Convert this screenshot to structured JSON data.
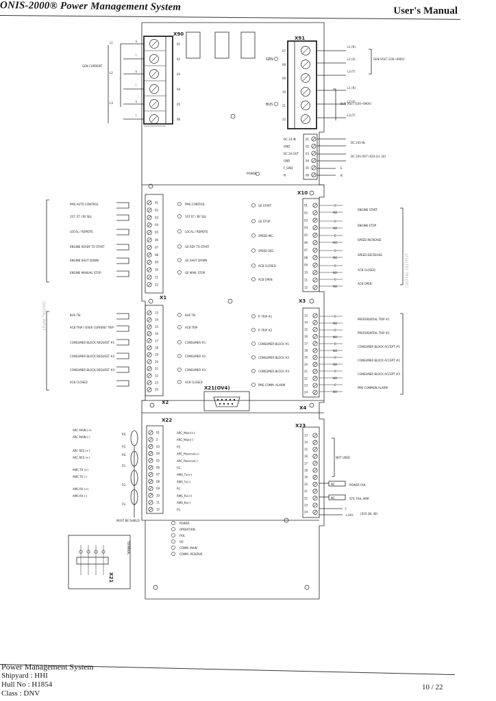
{
  "header": {
    "title": "ONIS-2000® Power Management System",
    "right": "User's Manual"
  },
  "footer": {
    "line1": "Power Management System",
    "line2": "Shipyard : HHI",
    "line3": "Hull No : H1854",
    "line4": "Class   : DNV",
    "page": "10 / 22"
  },
  "connectors": {
    "x90": "X90",
    "x91": "X91",
    "x10": "X10",
    "x1": "X1",
    "x3": "X3",
    "x2": "X2",
    "x4": "X4",
    "x21ov4": "X21(OV4)",
    "x22": "X22",
    "x23": "X23",
    "x21": "X21"
  },
  "x90": {
    "pins": [
      "01",
      "02",
      "03",
      "04",
      "05",
      "06"
    ],
    "gen_current_label": "GEN CURRENT",
    "lines": [
      "L1",
      "L2",
      "L3"
    ],
    "l_marks": [
      "k",
      "l"
    ]
  },
  "x91": {
    "pins": [
      "07",
      "08",
      "09",
      "10",
      "11",
      "12"
    ],
    "gen_label": "GEN",
    "bus_label": "BUS",
    "gen_volt_phases": [
      "L1 (R)",
      "L2 (S)",
      "L3 (T)"
    ],
    "gen_volt_label": "GEN VOLT (100~690V)",
    "bus_volt_phases": [
      "L1 (R)",
      "L2 (S)",
      "L3 (T)"
    ],
    "bus_volt_label": "BUS VOLT (100~690V)"
  },
  "power_supply": {
    "rows": [
      "DC 24 IN",
      "GND",
      "DC 24 OUT",
      "GND",
      "F_GND",
      "N"
    ],
    "pins": [
      "01",
      "02",
      "03",
      "04",
      "05",
      "06"
    ],
    "dc_in": "DC 24V IN",
    "dc_out": "DC 24V OUT (X23-23, 24)",
    "e": "E",
    "n": "N",
    "power_led": "POWER"
  },
  "x1": {
    "pins": [
      "01",
      "02",
      "03",
      "04",
      "05",
      "06",
      "07",
      "08",
      "09",
      "10",
      "11",
      "12"
    ],
    "inputs": [
      "PMS AUTO CONTROL",
      "1ST. ST / BY SEL",
      "LOCAL / REMOTE",
      "ENGINE READY TO START",
      "ENGINE SHUT DOWN",
      "ENGINE MANUAL STOP"
    ],
    "leds": [
      "PMS CONTROL",
      "1ST ST / BY SEL",
      "LOCAL / REMOTE",
      "GE RDY TO START",
      "GE SHUT DOWN",
      "GE MAN. STOP"
    ]
  },
  "x2": {
    "pins": [
      "13",
      "14",
      "15",
      "16",
      "17",
      "18",
      "19",
      "20",
      "21",
      "22",
      "23",
      "24"
    ],
    "inputs": [
      "BUS TIE",
      "ACB TRIP / OVER CURRENT TRIP",
      "CONSUMER BLOCK REQUEST #1",
      "CONSUMER BLOCK REQUEST #2",
      "CONSUMER BLOCK REQUEST #3",
      "ACB CLOSED"
    ],
    "leds": [
      "BUS TIE",
      "ACB TRIP",
      "CONSUMER #1",
      "CONSUMER #2",
      "CONSUMER #3",
      "ACB CLOSED"
    ]
  },
  "x3": {
    "pins": [
      "01",
      "02",
      "03",
      "04",
      "05",
      "06",
      "07",
      "08",
      "09",
      "10",
      "11",
      "12"
    ],
    "leds": [
      "GE START",
      "GE STOP",
      "SPEED INC.",
      "SPEED DEC.",
      "ACB CLOSED",
      "ACB OPEN"
    ],
    "outputs": [
      "ENGINE START",
      "ENGINE STOP",
      "SPEED INCREASE",
      "SPEED DECREASE",
      "ACB CLOSED",
      "ACB OPEN"
    ],
    "contact": [
      "C",
      "NO"
    ]
  },
  "x4": {
    "pins": [
      "13",
      "14",
      "15",
      "16",
      "17",
      "18",
      "19",
      "20",
      "21",
      "22",
      "23",
      "24"
    ],
    "leds": [
      "P. TRIP #1",
      "P. TRIP #2",
      "CONSUMER BLOCK #1",
      "CONSUMER BLOCK #2",
      "CONSUMER BLOCK #3",
      "PMS COMM. ALARM"
    ],
    "outputs": [
      "PREFERENTIAL TRIP #1",
      "PREFERENTIAL TRIP #2",
      "CONSUMER BLOCK ACCEPT #1",
      "CONSUMER BLOCK ACCEPT #2",
      "CONSUMER BLOCK ACCEPT #3",
      "PMS COMMON ALARM"
    ]
  },
  "x22": {
    "pins": [
      "01",
      "2",
      "03",
      "04",
      "05",
      "06",
      "07",
      "08",
      "09",
      "10",
      "11",
      "12"
    ],
    "left": [
      "ARC MAIN (+)",
      "ARC MAIN (-)",
      "ARC RES (+)",
      "ARC RES (+)",
      "AMS TX (+)",
      "AMS TX (-)",
      "AMS RX (+)",
      "AMS RX (-)"
    ],
    "right": [
      "ARC_Main(+)",
      "ARC_Main(-)",
      "FG",
      "ARC_Reserve(+)",
      "ARC_Reserve(-)",
      "FG",
      "AMS_Tx(+)",
      "AMS_Tx(-)",
      "FG",
      "AMS_Rx(+)",
      "AMS_Rx(-)",
      "FG"
    ],
    "rs": "RS",
    "fg": "FG",
    "must_be_shield": "MUST BE SHIELD"
  },
  "x23": {
    "pins": [
      "13",
      "14",
      "15",
      "16",
      "17",
      "18",
      "19",
      "20",
      "21",
      "22",
      "23",
      "24"
    ],
    "not_used": "NOT USED",
    "nc": "NC",
    "power_fail": "POWER FAIL",
    "sys_fail": "SYS. FAIL ARM",
    "f": "F",
    "v24": "+24V",
    "ref": "(X10-38, 40)"
  },
  "status_leds": [
    "POWER",
    "OPERATION",
    "FAIL",
    "I/O",
    "COMM. MAIN",
    "COMM. RESERVE"
  ],
  "x21": {
    "terminal": "TERMINAL"
  },
  "side_labels": {
    "left": "DIGITAL INPUT",
    "right": "DIGITAL OUTPUT"
  }
}
